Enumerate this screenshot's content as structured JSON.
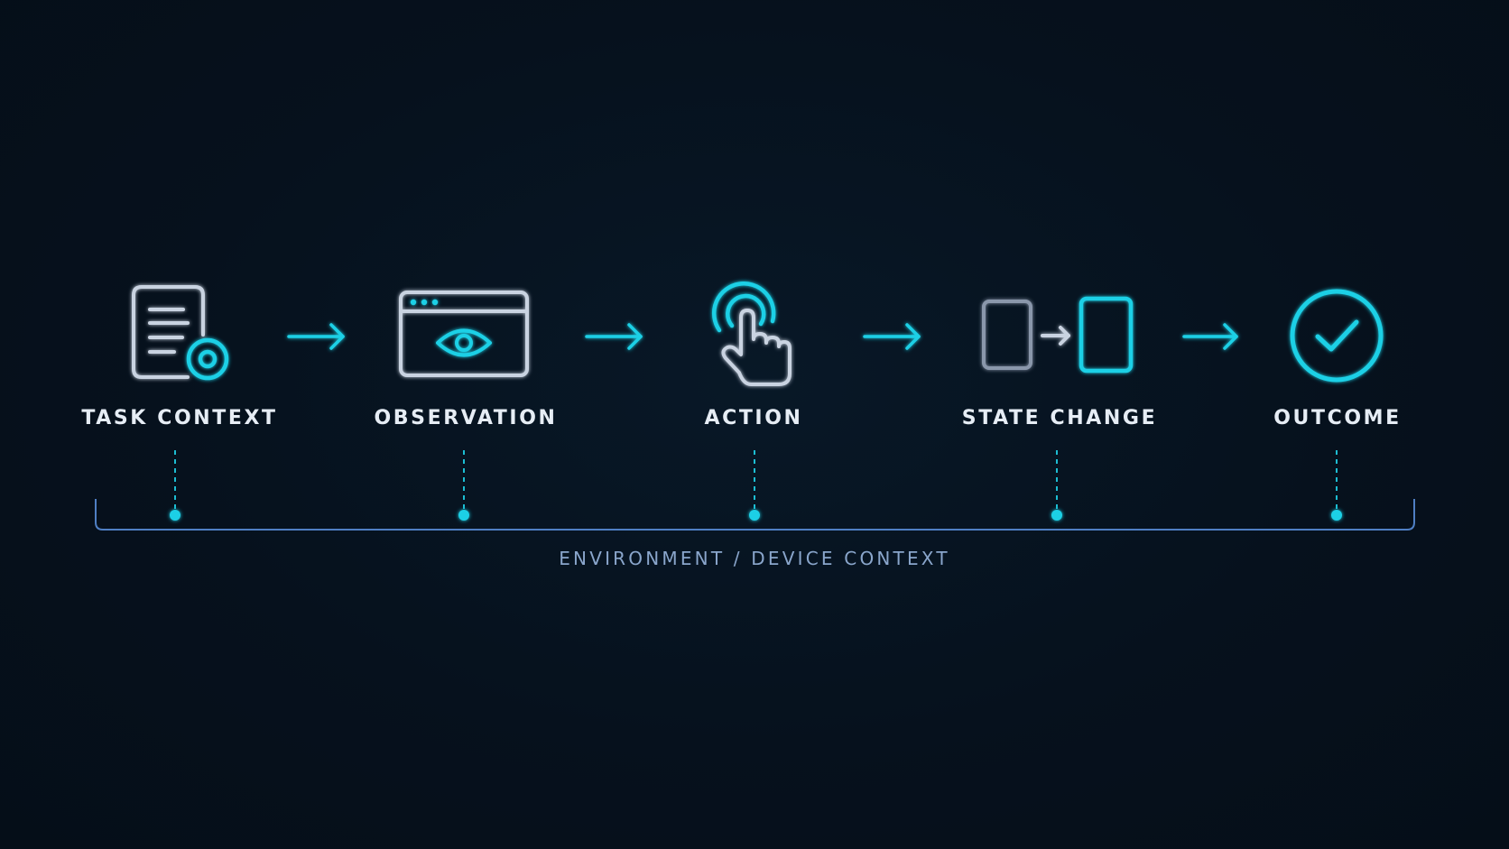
{
  "theme": {
    "background": "#06111d",
    "accent": "#1ed0e6",
    "icon_stroke": "#c9d3e1",
    "muted_stroke": "#8a97ab",
    "label_color": "#e6edf5",
    "bracket_color": "#4f7fc4",
    "bracket_label_color": "#8aa6cc"
  },
  "steps": [
    {
      "id": "task-context",
      "label": "TASK CONTEXT",
      "icon": "document-settings-icon"
    },
    {
      "id": "observation",
      "label": "OBSERVATION",
      "icon": "browser-eye-icon"
    },
    {
      "id": "action",
      "label": "ACTION",
      "icon": "tap-hand-icon"
    },
    {
      "id": "state-change",
      "label": "STATE CHANGE",
      "icon": "screen-transition-icon"
    },
    {
      "id": "outcome",
      "label": "OUTCOME",
      "icon": "check-circle-icon"
    }
  ],
  "connector_icon": "arrow-right-icon",
  "environment": {
    "label": "ENVIRONMENT / DEVICE CONTEXT"
  }
}
